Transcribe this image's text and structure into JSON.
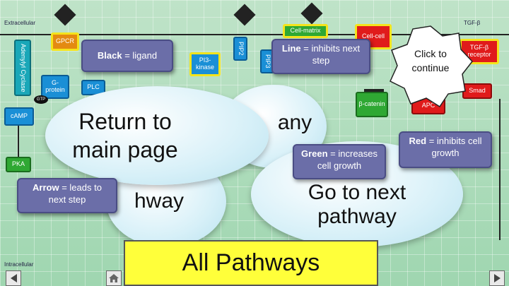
{
  "diagram": {
    "extracellular_label": "Extracellular",
    "intracellular_label": "Intracellular",
    "nodes": {
      "adenylyl_cyclase": "Adenylyl Cyclase",
      "gpcr": "GPCR",
      "g_protein": "G-protein",
      "gtp": "GTP",
      "plc": "PLC",
      "camp": "cAMP",
      "pka": "PKA",
      "pi3_kinase": "PI3-kinase",
      "pip2": "PIP2",
      "pip3": "PIP3",
      "cell_matrix": "Cell-matrix",
      "cell_cell": "Cell-cell",
      "tgf_beta_top": "TGF-β",
      "tgf_beta_receptor": "TGF-β receptor",
      "smad": "Smad",
      "beta_catenin": "β-catenin",
      "apc": "APC"
    }
  },
  "bubbles": {
    "return_main": "Return to main page",
    "many": "any",
    "next_pathway": "Go to next pathway",
    "prev_pathway": "hway"
  },
  "callouts": {
    "black": {
      "key": "Black",
      "text": " = ligand"
    },
    "line": {
      "key": "Line",
      "text": " = inhibits next step"
    },
    "green": {
      "key": "Green",
      "text": " = increases cell growth"
    },
    "red": {
      "key": "Red",
      "text": " = inhibits cell growth"
    },
    "arrow": {
      "key": "Arrow",
      "text": " = leads to next step"
    }
  },
  "click_to_continue": "Click to continue",
  "banner": "All Pathways",
  "colors": {
    "bubble": "#d7f0f8",
    "callout": "#6b6ea8",
    "banner": "#ffff3a",
    "node_blue": "#1a8fd6",
    "node_green": "#2fa833",
    "node_red": "#e01b1b"
  },
  "nav": {
    "home_icon": "home-icon",
    "back_icon": "back-triangle-icon",
    "forward_icon": "forward-triangle-icon"
  }
}
